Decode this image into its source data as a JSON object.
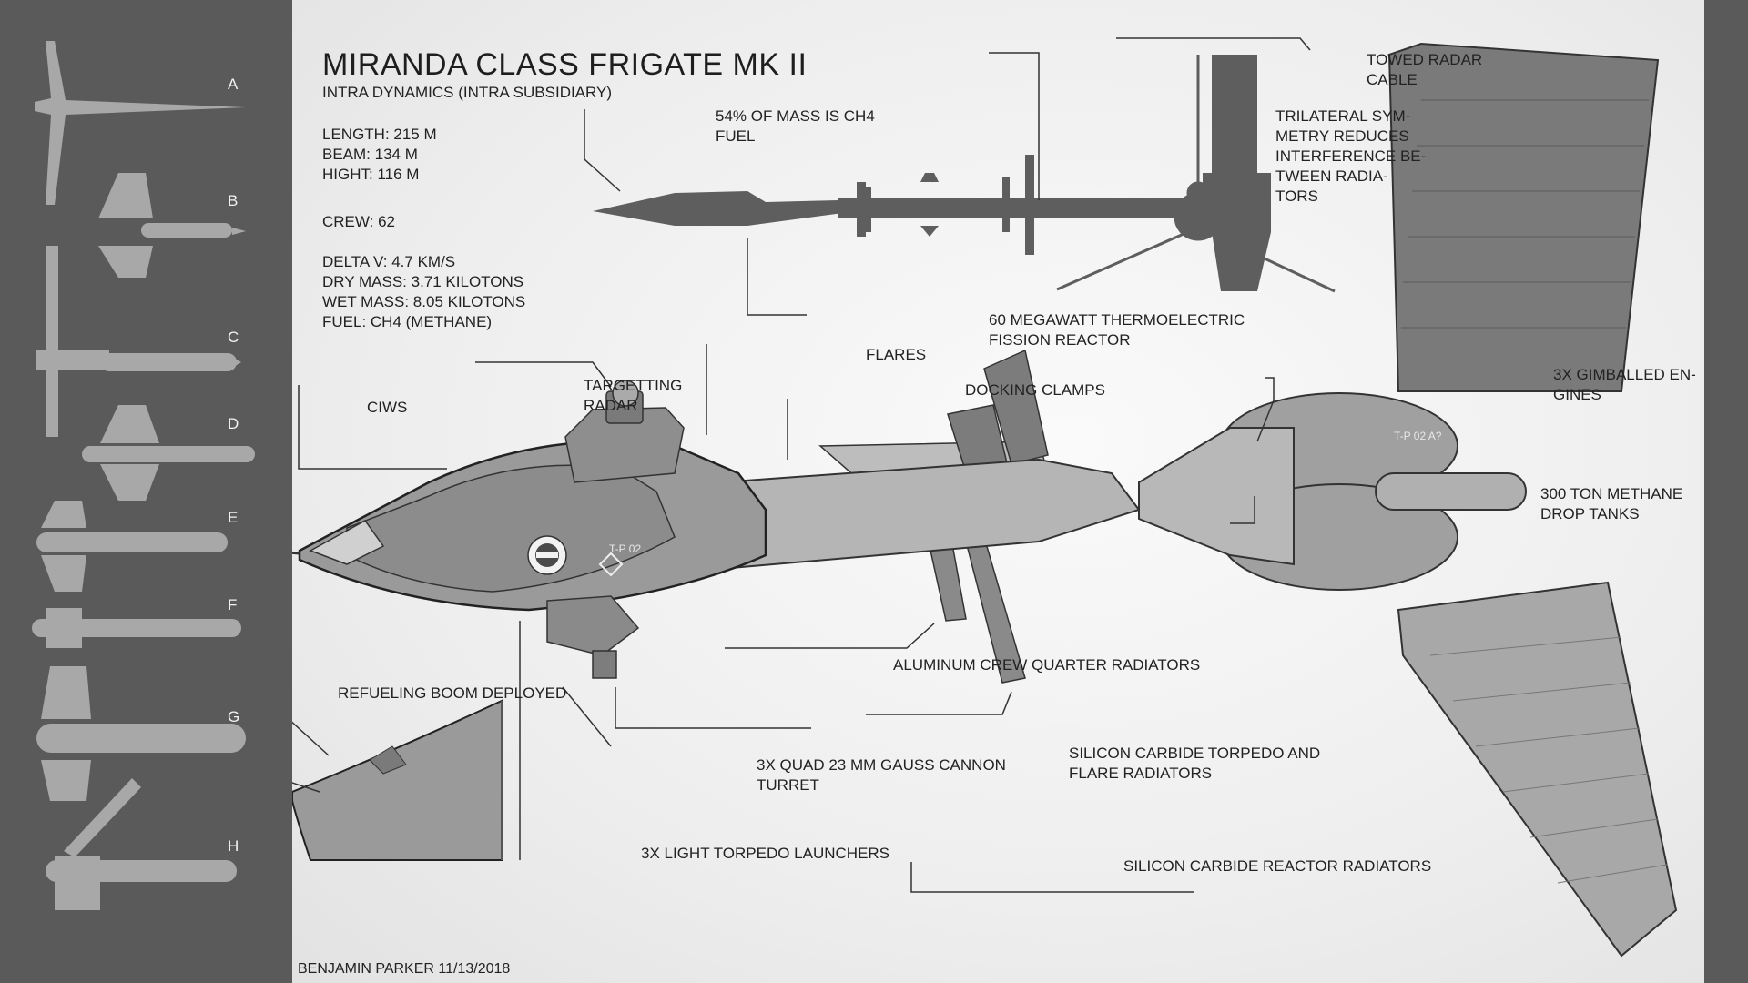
{
  "title": "MIRANDA CLASS FRIGATE MK II",
  "subtitle": "INTRA DYNAMICS (INTRA SUBSIDIARY)",
  "specs": {
    "length": "LENGTH: 215 M",
    "beam": "BEAM: 134 M",
    "height": "HIGHT: 116 M",
    "crew": "CREW: 62",
    "delta_v": "DELTA V: 4.7 KM/S",
    "dry_mass": "DRY MASS: 3.71 KILOTONS",
    "wet_mass": "WET MASS: 8.05 KILOTONS",
    "fuel": "FUEL: CH4 (METHANE)"
  },
  "variants": [
    "A",
    "B",
    "C",
    "D",
    "E",
    "F",
    "G",
    "H"
  ],
  "callouts": {
    "ch4_fuel": "54% OF MASS IS CH4\nFUEL",
    "reactor": "60 MEGAWATT THERMOELECTRIC\nFISSION REACTOR",
    "trilateral": "TRILATERAL SYM-\nMETRY REDUCES\nINTERFERENCE BE-\nTWEEN RADIA-\nTORS",
    "towed_radar": "TOWED RADAR\nCABLE",
    "gimballed": "3X GIMBALLED EN-\nGINES",
    "drop_tanks": "300 TON METHANE\nDROP TANKS",
    "targetting": "TARGETTING\nRADAR",
    "flares": "FLARES",
    "docking": "DOCKING CLAMPS",
    "ciws": "CIWS",
    "crew_radiators": "ALUMINUM CREW QUARTER RADIATORS",
    "gauss": "3X QUAD  23 MM GAUSS CANNON\nTURRET",
    "torpedo_radiators": "SILICON CARBIDE TORPEDO AND\nFLARE RADIATORS",
    "refueling": "REFUELING BOOM DEPLOYED",
    "torpedo_launchers": "3X LIGHT TORPEDO LAUNCHERS",
    "reactor_radiators": "SILICON CARBIDE REACTOR RADIATORS"
  },
  "hull_markings": {
    "front": "T-P 02",
    "rear": "T-P 02 A?"
  },
  "credit": "BENJAMIN PARKER 11/13/2018"
}
